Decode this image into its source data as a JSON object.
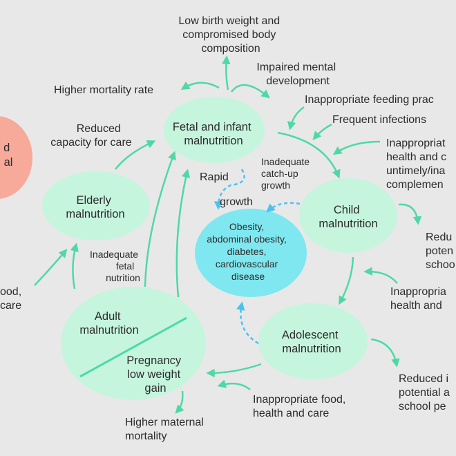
{
  "nodes": {
    "left_partial": [
      "d",
      "al"
    ],
    "fetal": [
      "Fetal and infant",
      "malnutrition"
    ],
    "elderly": [
      "Elderly",
      "malnutrition"
    ],
    "child": [
      "Child",
      "malnutrition"
    ],
    "obesity": [
      "Obesity,",
      "abdominal obesity,",
      "diabetes,",
      "cardiovascular",
      "disease"
    ],
    "adult": [
      "Adult",
      "malnutrition"
    ],
    "pregnancy": [
      "Pregnancy",
      "low weight",
      "gain"
    ],
    "adolescent": [
      "Adolescent",
      "malnutrition"
    ]
  },
  "labels": {
    "low_birth": [
      "Low birth weight and",
      "compromised body",
      "composition"
    ],
    "impaired": [
      "Impaired mental",
      "development"
    ],
    "higher_mortality": [
      "Higher mortality rate"
    ],
    "inappropriate_feeding": [
      "Inappropriate feeding prac"
    ],
    "frequent": [
      "Frequent infections"
    ],
    "reduced_capacity": [
      "Reduced",
      "capacity for care"
    ],
    "inappropriate_right_top": [
      "Inappropriat",
      "health and c",
      "untimely/ina",
      "complemen"
    ],
    "rapid": [
      "Rapid"
    ],
    "growth": [
      "growth"
    ],
    "inadequate_catch": [
      "Inadequate",
      "catch-up",
      "growth"
    ],
    "reduced_right": [
      "Redu",
      "poten",
      "schoo"
    ],
    "inadequate_fetal": [
      "Inadequate",
      "fetal",
      "nutrition"
    ],
    "left_food": [
      "ood,",
      "care"
    ],
    "inappropriate_right_mid": [
      "Inappropria",
      "health and"
    ],
    "reduced_bottom_right": [
      "Reduced i",
      "potential a",
      "school pe"
    ],
    "inappropriate_bottom": [
      "Inappropriate food,",
      "health and care"
    ],
    "higher_maternal": [
      "Higher maternal",
      "mortality"
    ]
  },
  "colors": {
    "background": "#e8e8e8",
    "node_green": "#c6f5de",
    "node_cyan": "#7fe7ef",
    "node_salmon": "#f7a99a",
    "arrow": "#4dd9a5",
    "dashed": "#49c3ee"
  }
}
